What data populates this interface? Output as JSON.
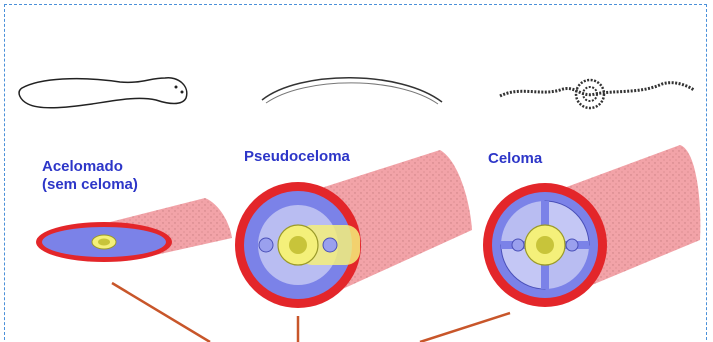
{
  "labels": {
    "acelomado_line1": "Acelomado",
    "acelomado_line2": "(sem celoma)",
    "pseudoceloma": "Pseudoceloma",
    "celoma": "Celoma"
  },
  "colors": {
    "frame_border": "#4a90d9",
    "label_text": "#2d36c8",
    "ectoderm_red": "#e3262a",
    "tube_pink": "#f2a3a8",
    "mesoderm_blue": "#7b82e8",
    "cavity_lavender": "#b9bdf2",
    "gut_yellow": "#f4f07a",
    "pointer_line": "#c8562a"
  },
  "icons": {
    "flatworm": "flatworm-icon",
    "roundworm": "roundworm-icon",
    "earthworm": "earthworm-icon"
  }
}
